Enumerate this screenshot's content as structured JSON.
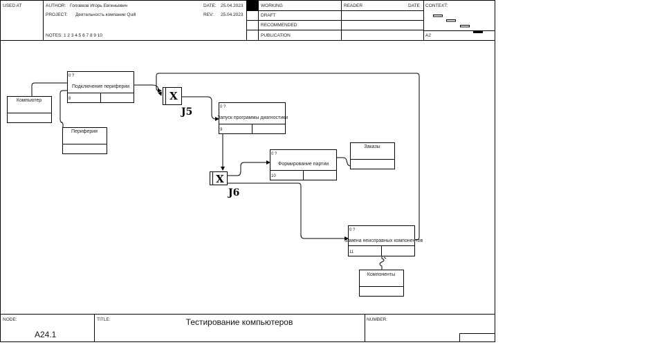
{
  "header": {
    "used_at": "USED AT",
    "author_label": "AUTHOR:",
    "author": "Головков Игорь Евгеньевич",
    "project_label": "PROJECT:",
    "project": "Деятельность компании Quill",
    "date_label": "DATE:",
    "date": "25.04.2023",
    "rev_label": "REV:",
    "rev": "25.04.2023",
    "notes": "NOTES:  1  2  3  4  5  6  7  8  9  10",
    "status": [
      "WORKING",
      "DRAFT",
      "RECOMMENDED",
      "PUBLICATION"
    ],
    "reader": "READER",
    "reader_date": "DATE",
    "context": "CONTEXT:",
    "context_node": "A2"
  },
  "footer": {
    "node_label": "NODE:",
    "node": "A24.1",
    "title_label": "TITLE:",
    "title": "Тестирование компьютеров",
    "number_label": "NUMBER:"
  },
  "processes": [
    {
      "label": "Подключение периферии",
      "cost": "0 ?",
      "num": "8"
    },
    {
      "label": "Запуск программы диагностики",
      "cost": "0 ?",
      "num": "9"
    },
    {
      "label": "Формирование партии",
      "cost": "0 ?",
      "num": "10"
    },
    {
      "label": "Замена неисправных компонентов",
      "cost": "0 ?",
      "num": "11"
    }
  ],
  "refs": {
    "computer": "Компьютер",
    "periphery": "Периферия",
    "orders": "Заказы",
    "components": "Компоненты"
  },
  "junctions": {
    "j5_symbol": "X",
    "j5": "J5",
    "j6_symbol": "X",
    "j6": "J6"
  }
}
